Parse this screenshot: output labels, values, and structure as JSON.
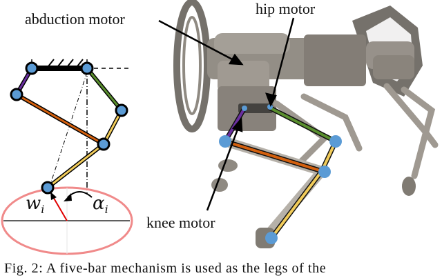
{
  "figure": {
    "labels": {
      "abduction_motor": "abduction motor",
      "hip_motor": "hip motor",
      "knee_motor": "knee motor"
    },
    "math_symbols": {
      "w": "w",
      "w_sub": "i",
      "alpha": "α",
      "alpha_sub": "i"
    },
    "colors": {
      "joint": "#5b9bd5",
      "link_purple": "#6a2fa0",
      "link_green": "#5a8f2e",
      "link_orange": "#d4600e",
      "link_yellow": "#f2cc5a",
      "ellipse": "#f08a8a",
      "radius_line": "#e00000",
      "robot_body": "#8a847c"
    }
  },
  "caption": {
    "text": "Fig. 2: A five-bar mechanism is used as the legs of the"
  }
}
